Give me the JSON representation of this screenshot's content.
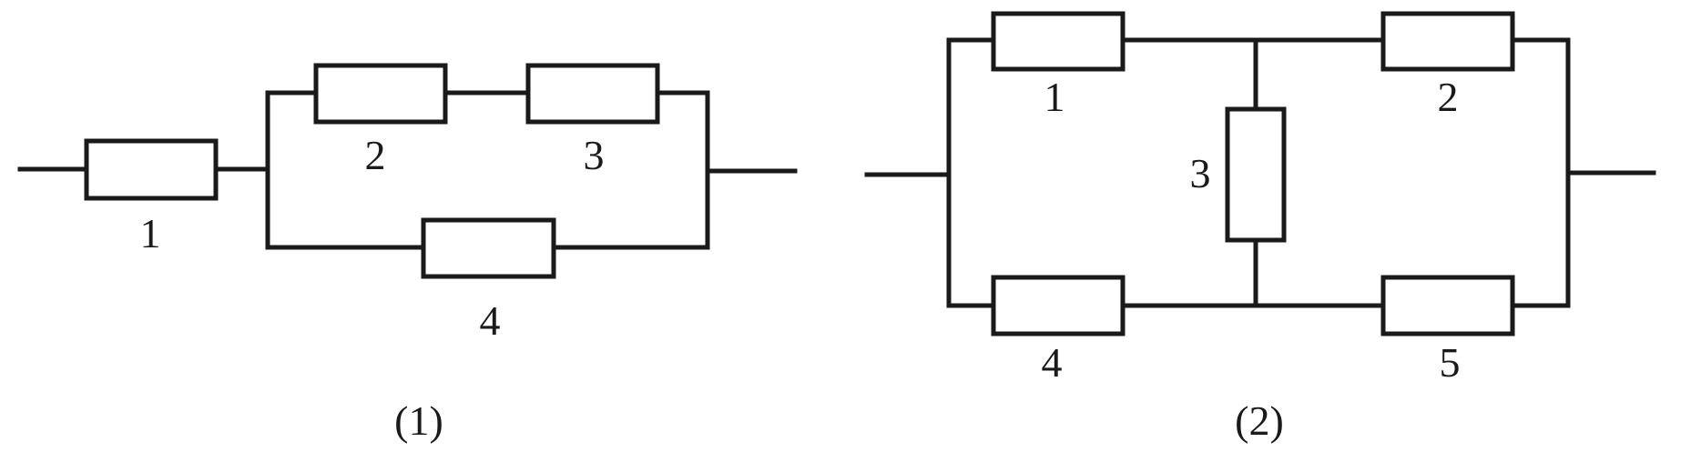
{
  "diagram1": {
    "caption": "(1)",
    "resistor_labels": {
      "r1": "1",
      "r2": "2",
      "r3": "3",
      "r4": "4"
    }
  },
  "diagram2": {
    "caption": "(2)",
    "resistor_labels": {
      "r1": "1",
      "r2": "2",
      "r3": "3",
      "r4": "4",
      "r5": "5"
    }
  },
  "colors": {
    "line": "#1a1a1a",
    "background": "#ffffff"
  }
}
